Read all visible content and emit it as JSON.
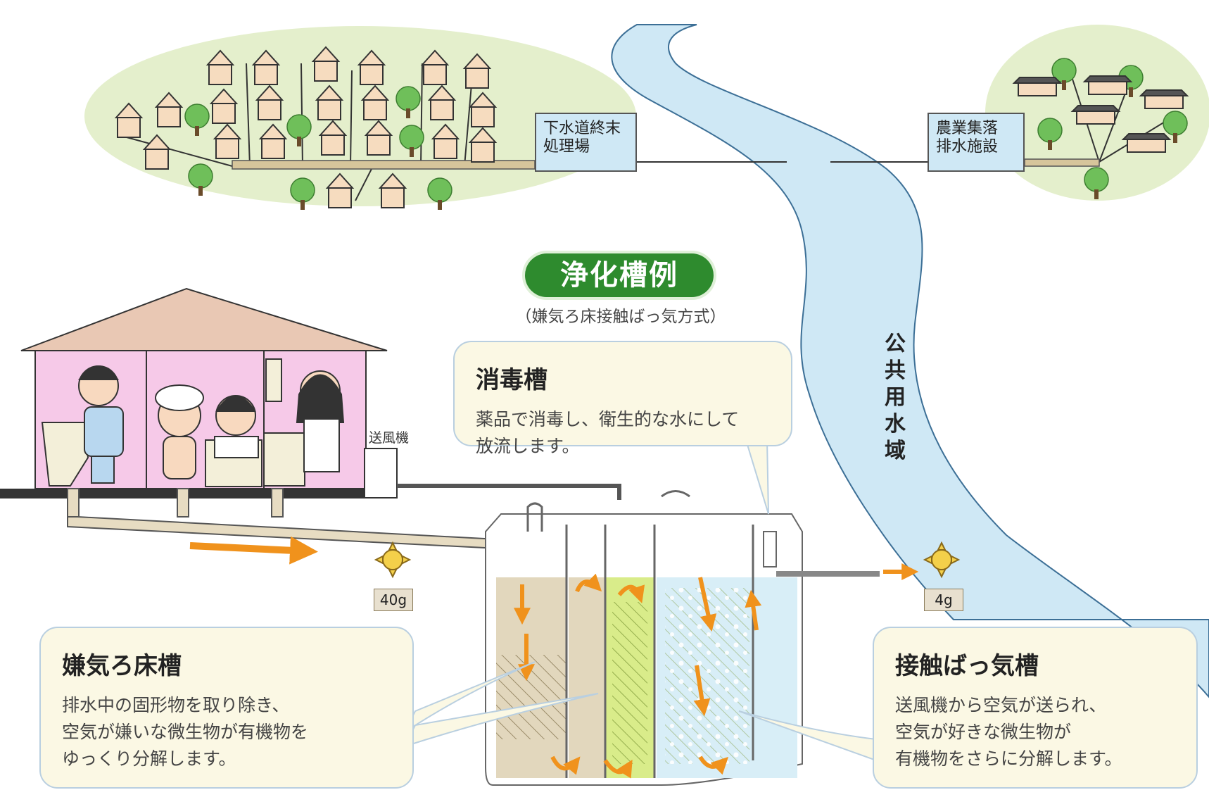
{
  "title": "浄化槽例",
  "subtitle": "（嫌気ろ床接触ばっ気方式）",
  "plants": {
    "sewage": [
      "下水道終末",
      "処理場"
    ],
    "rural": [
      "農業集落",
      "排水施設"
    ]
  },
  "river_label": "公共用水域",
  "fan_label": "送風機",
  "loads": {
    "inflow": "40g",
    "outflow": "4g"
  },
  "bubbles": {
    "disinfection": {
      "title": "消毒槽",
      "lines": [
        "薬品で消毒し、衛生的な水にして",
        "放流します。"
      ]
    },
    "anaerobic": {
      "title": "嫌気ろ床槽",
      "lines": [
        "排水中の固形物を取り除き、",
        "空気が嫌いな微生物が有機物を",
        "ゆっくり分解します。"
      ]
    },
    "aeration": {
      "title": "接触ばっ気槽",
      "lines": [
        "送風機から空気が送られ、",
        "空気が好きな微生物が",
        "有機物をさらに分解します。"
      ]
    }
  },
  "colors": {
    "title_green": "#2e8b2e",
    "river": "#cfe8f5",
    "village": "#e4efcc",
    "flow_arrow": "#f0921c",
    "house_wall": "#f6c9e8",
    "roof": "#e9c8b4",
    "tank_sludge": "#e2d7bd",
    "tank_media": "#d9ec8a",
    "tank_aeration": "#d8eef7"
  }
}
